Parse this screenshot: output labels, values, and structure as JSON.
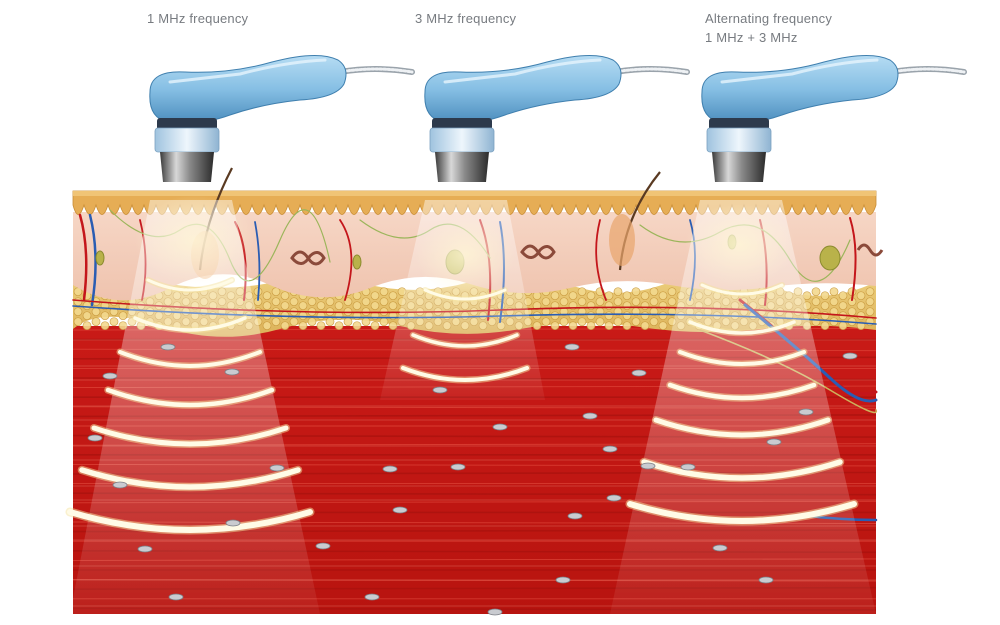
{
  "labels": {
    "freq_1": "1 MHz frequency",
    "freq_2": "3 MHz frequency",
    "freq_3_line1": "Alternating frequency",
    "freq_3_line2": "1 MHz + 3 MHz"
  },
  "colors": {
    "background": "#ffffff",
    "label_text": "#777b80",
    "probe_body": "#8cc3e6",
    "probe_shadow": "#4f8fbf",
    "probe_head": "#c4dbec",
    "epidermis": "#e7b25c",
    "dermis": "#f4c9b6",
    "fat": "#e7c36a",
    "muscle": "#d4211d",
    "muscle_dark": "#a4130f",
    "wave": "#fff6c8",
    "vessel_red": "#c4161b",
    "vessel_blue": "#2a5db3"
  },
  "icons": {
    "probe": "ultrasound-probe-icon"
  }
}
